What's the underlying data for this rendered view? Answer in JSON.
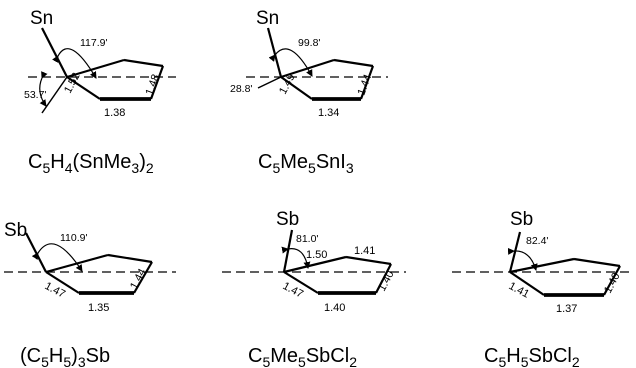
{
  "structures": [
    {
      "id": "s1",
      "atom": "Sn",
      "angle": "117.9'",
      "tilt": "53.7'",
      "bonds": [
        "1.52",
        "1.38",
        "1.48"
      ],
      "formula": [
        {
          "t": "C",
          "sub": false
        },
        {
          "t": "5",
          "sub": true
        },
        {
          "t": "H",
          "sub": false
        },
        {
          "t": "4",
          "sub": true
        },
        {
          "t": "(SnMe",
          "sub": false
        },
        {
          "t": "3",
          "sub": true
        },
        {
          "t": ")",
          "sub": false
        },
        {
          "t": "2",
          "sub": true
        }
      ]
    },
    {
      "id": "s2",
      "atom": "Sn",
      "angle": "99.8'",
      "tilt": "28.8'",
      "bonds": [
        "1.49",
        "1.34",
        "1.44"
      ],
      "formula": [
        {
          "t": "C",
          "sub": false
        },
        {
          "t": "5",
          "sub": true
        },
        {
          "t": "Me",
          "sub": false
        },
        {
          "t": "5",
          "sub": true
        },
        {
          "t": "SnI",
          "sub": false
        },
        {
          "t": "3",
          "sub": true
        }
      ]
    },
    {
      "id": "s3",
      "atom": "Sb",
      "angle": "110.9'",
      "bonds": [
        "1.47",
        "1.35",
        "1.44"
      ],
      "formula": [
        {
          "t": "(C",
          "sub": false
        },
        {
          "t": "5",
          "sub": true
        },
        {
          "t": "H",
          "sub": false
        },
        {
          "t": "5",
          "sub": true
        },
        {
          "t": ")",
          "sub": false
        },
        {
          "t": "3",
          "sub": true
        },
        {
          "t": "Sb",
          "sub": false
        }
      ]
    },
    {
      "id": "s4",
      "atom": "Sb",
      "angle": "81.0'",
      "bonds": [
        "1.50",
        "1.41",
        "1.47",
        "1.40",
        "1.40"
      ],
      "formula": [
        {
          "t": "C",
          "sub": false
        },
        {
          "t": "5",
          "sub": true
        },
        {
          "t": "Me",
          "sub": false
        },
        {
          "t": "5",
          "sub": true
        },
        {
          "t": "SbCl",
          "sub": false
        },
        {
          "t": "2",
          "sub": true
        }
      ]
    },
    {
      "id": "s5",
      "atom": "Sb",
      "angle": "82.4'",
      "bonds": [
        "1.41",
        "1.37",
        "1.40"
      ],
      "formula": [
        {
          "t": "C",
          "sub": false
        },
        {
          "t": "5",
          "sub": true
        },
        {
          "t": "H",
          "sub": false
        },
        {
          "t": "5",
          "sub": true
        },
        {
          "t": "SbCl",
          "sub": false
        },
        {
          "t": "2",
          "sub": true
        }
      ]
    }
  ]
}
